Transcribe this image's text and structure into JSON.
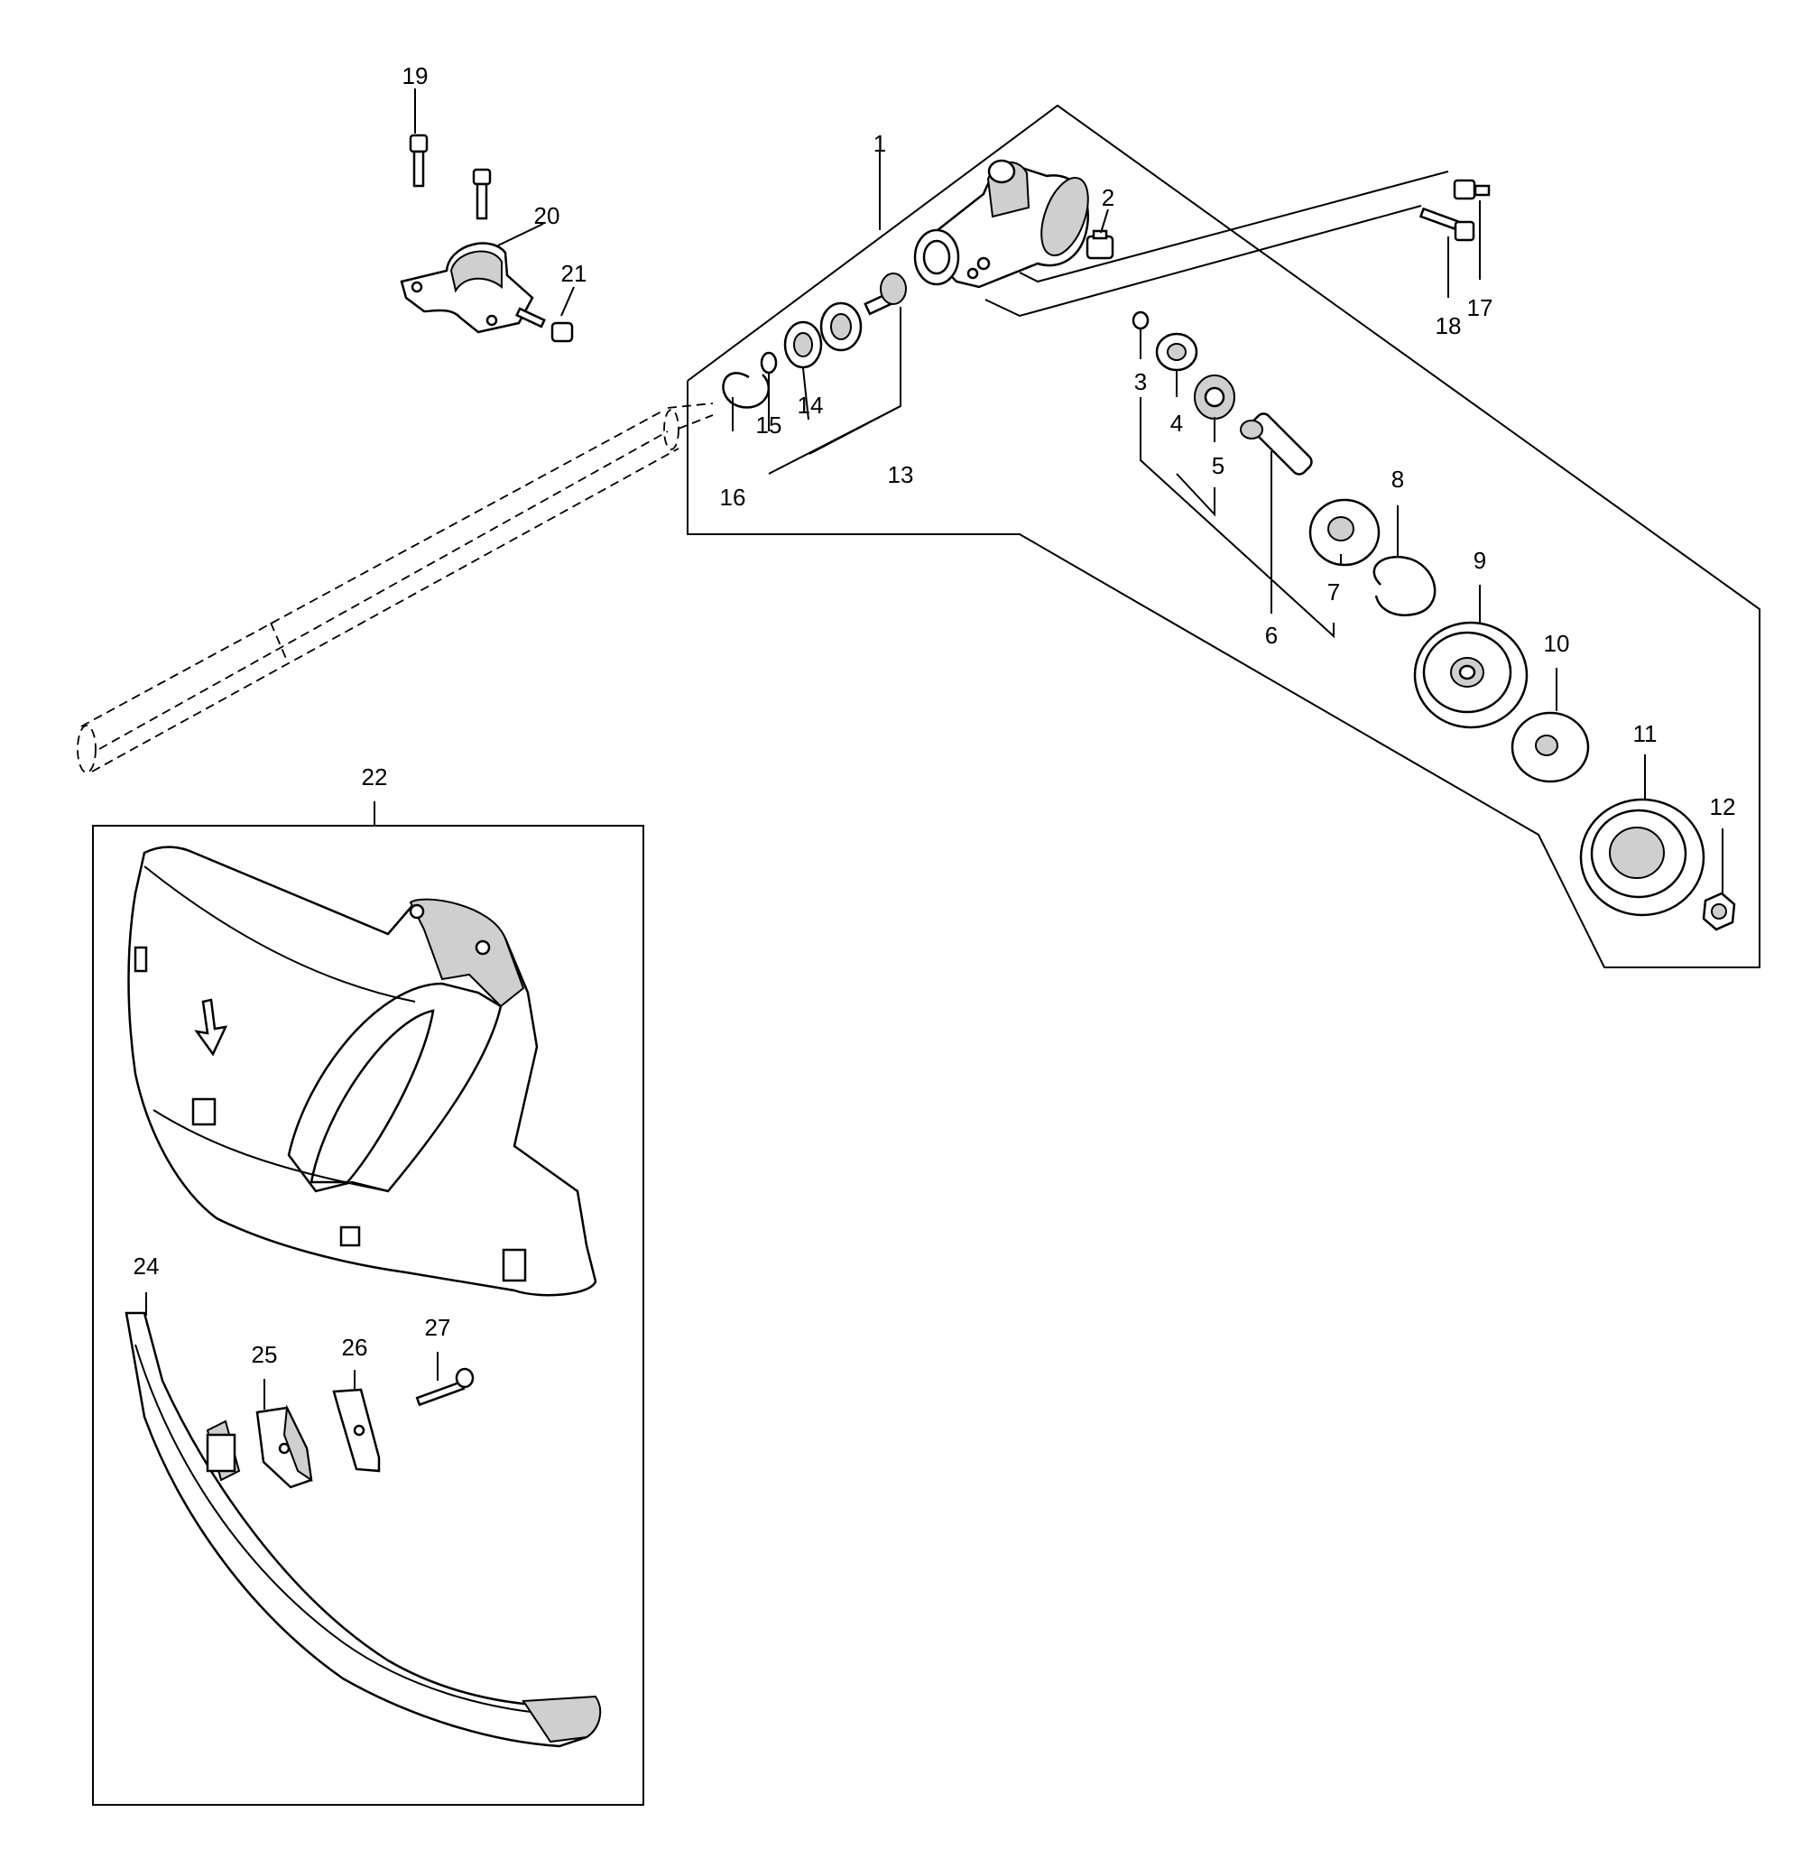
{
  "diagram": {
    "part_labels": [
      "1",
      "2",
      "3",
      "4",
      "5",
      "6",
      "7",
      "8",
      "9",
      "10",
      "11",
      "12",
      "13",
      "14",
      "15",
      "16",
      "17",
      "18",
      "19",
      "20",
      "21",
      "22",
      "24",
      "25",
      "26",
      "27"
    ]
  }
}
